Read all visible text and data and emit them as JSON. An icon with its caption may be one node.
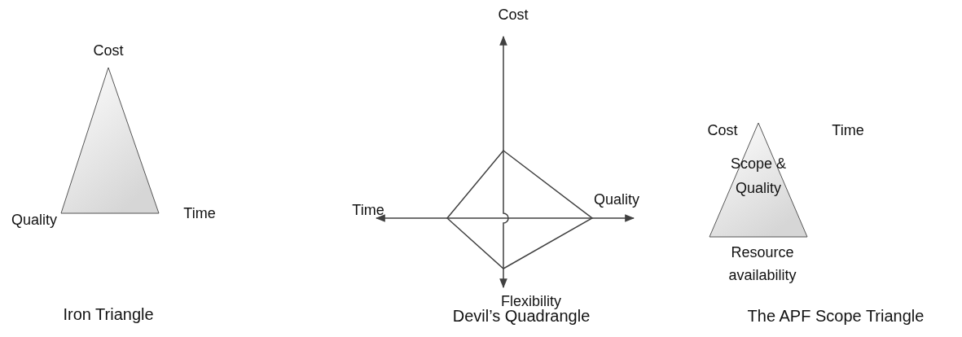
{
  "diagram": {
    "nodes": [
      {
        "text": [
          "Scope & Quality"
        ],
        "beside": [
          "Cost",
          "Time",
          "Resource availability"
        ]
      }
    ],
    "labels": [
      "Cost",
      "Quality",
      "Time",
      "Iron Triangle",
      "Cost",
      "Time",
      "Quality",
      "Flexibility",
      "Devil’s Quadrangle",
      "The APF Scope Triangle"
    ]
  }
}
